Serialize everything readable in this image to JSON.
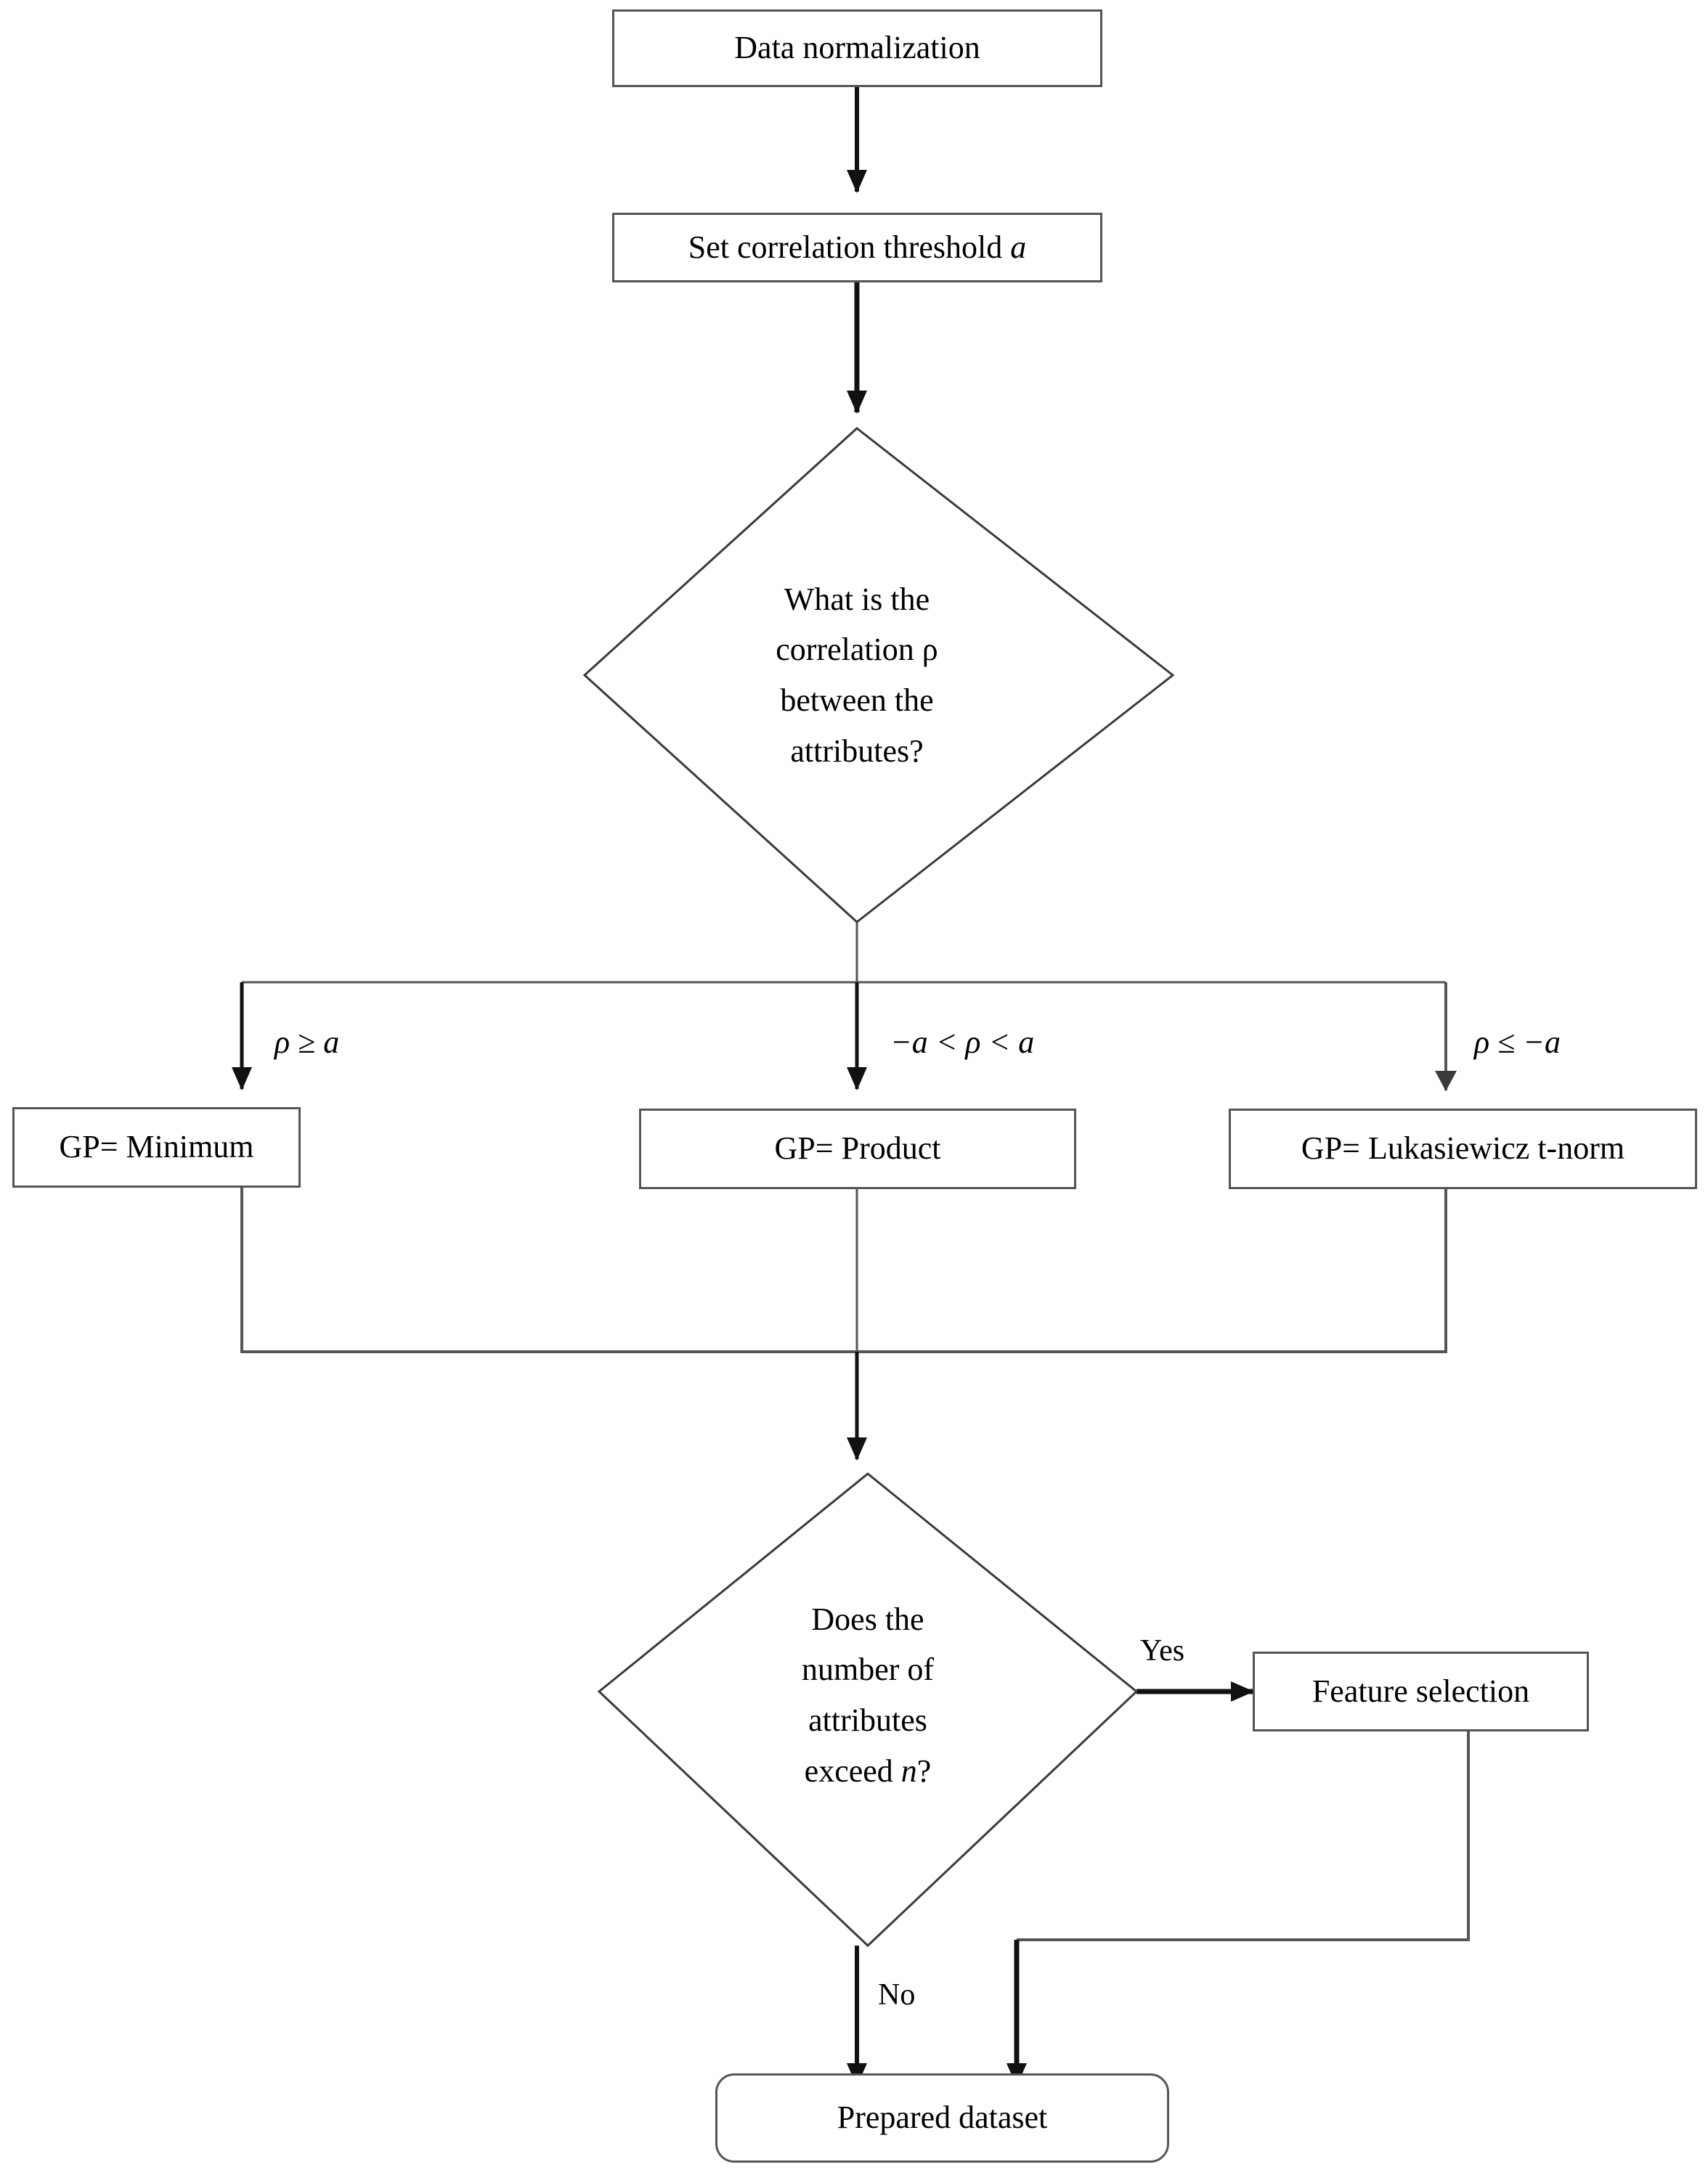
{
  "diagram": {
    "title": "Data preparation flowchart",
    "type": "flowchart",
    "background_color": "#ffffff",
    "line_color": "#555555",
    "arrow_color": "#000000",
    "text_color": "#000000"
  },
  "nodes": {
    "data_normalization": {
      "label": "Data normalization",
      "shape": "rectangle"
    },
    "set_threshold": {
      "label": "Set correlation threshold ",
      "label_italic": "a",
      "shape": "rectangle"
    },
    "correlation_decision": {
      "shape": "diamond",
      "lines": [
        "What is the",
        "correlation ρ",
        "between the",
        "attributes?"
      ]
    },
    "gp_minimum": {
      "label": "GP= Minimum",
      "shape": "rectangle"
    },
    "gp_product": {
      "label": "GP= Product",
      "shape": "rectangle"
    },
    "gp_lukasiewicz": {
      "label": "GP= Lukasiewicz t-norm",
      "shape": "rectangle"
    },
    "attribute_count_decision": {
      "shape": "diamond",
      "lines": [
        "Does the",
        "number of",
        "attributes",
        "exceed "
      ],
      "last_line_italic": "n",
      "last_line_tail": "?"
    },
    "feature_selection": {
      "label": "Feature selection",
      "shape": "rectangle"
    },
    "prepared_dataset": {
      "label": "Prepared dataset",
      "shape": "rounded-rectangle"
    }
  },
  "edge_labels": {
    "branch_left": "ρ ≥ a",
    "branch_middle": "−a < ρ < a",
    "branch_right": "ρ ≤ −a",
    "yes": "Yes",
    "no": "No"
  }
}
